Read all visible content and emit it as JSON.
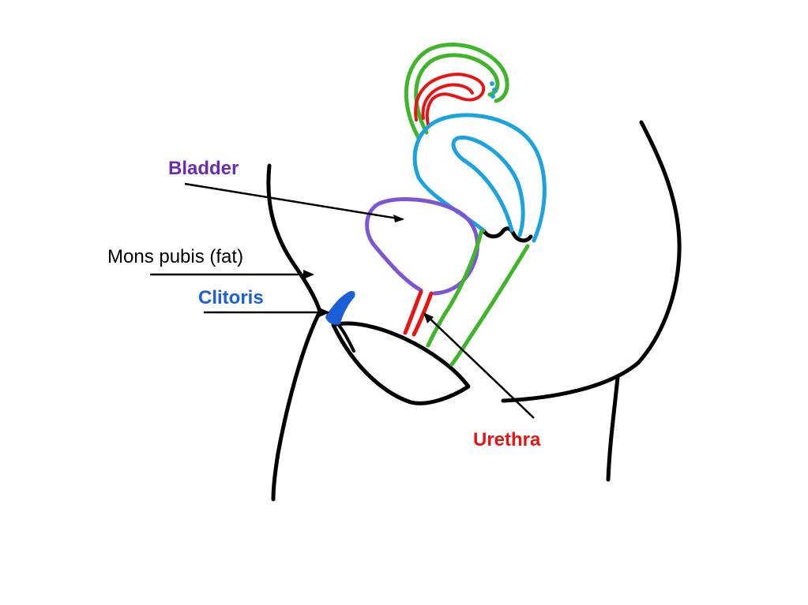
{
  "labels": {
    "bladder": "Bladder",
    "mons_pubis": "Mons pubis (fat)",
    "clitoris": "Clitoris",
    "urethra": "Urethra"
  },
  "colors": {
    "outline": "#000000",
    "bladder": "#7b55d6",
    "bladder_label": "#6a2bb0",
    "urethra": "#e81414",
    "uterus": "#1aa3e0",
    "vagina": "#3fb52a",
    "clitoris": "#1a5ed8",
    "clitoris_label": "#1a5ed8",
    "urethra_label": "#e81414",
    "mons_label": "#000000"
  }
}
